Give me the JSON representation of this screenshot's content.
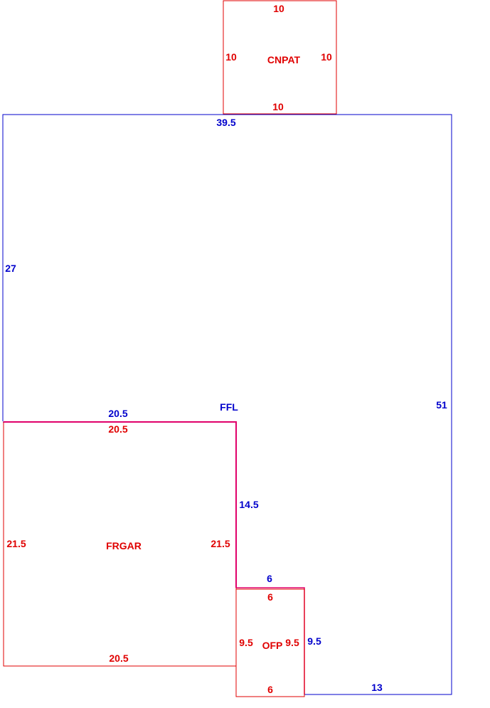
{
  "colors": {
    "blue": "#0000cc",
    "red": "#e00000",
    "magenta": "#e0006a",
    "background": "#ffffff"
  },
  "areas": {
    "cnpat": {
      "name": "CNPAT",
      "top": "10",
      "left": "10",
      "right": "10",
      "bottom": "10"
    },
    "ffl": {
      "name": "FFL",
      "top": "39.5",
      "left": "27",
      "right": "51",
      "garage_top": "20.5",
      "garage_side": "14.5",
      "porch_top": "6",
      "porch_side": "9.5",
      "bottom": "13"
    },
    "frgar": {
      "name": "FRGAR",
      "top": "20.5",
      "left": "21.5",
      "right": "21.5",
      "bottom": "20.5"
    },
    "ofp": {
      "name": "OFP",
      "top": "6",
      "left": "9.5",
      "right": "9.5",
      "bottom": "6"
    }
  }
}
